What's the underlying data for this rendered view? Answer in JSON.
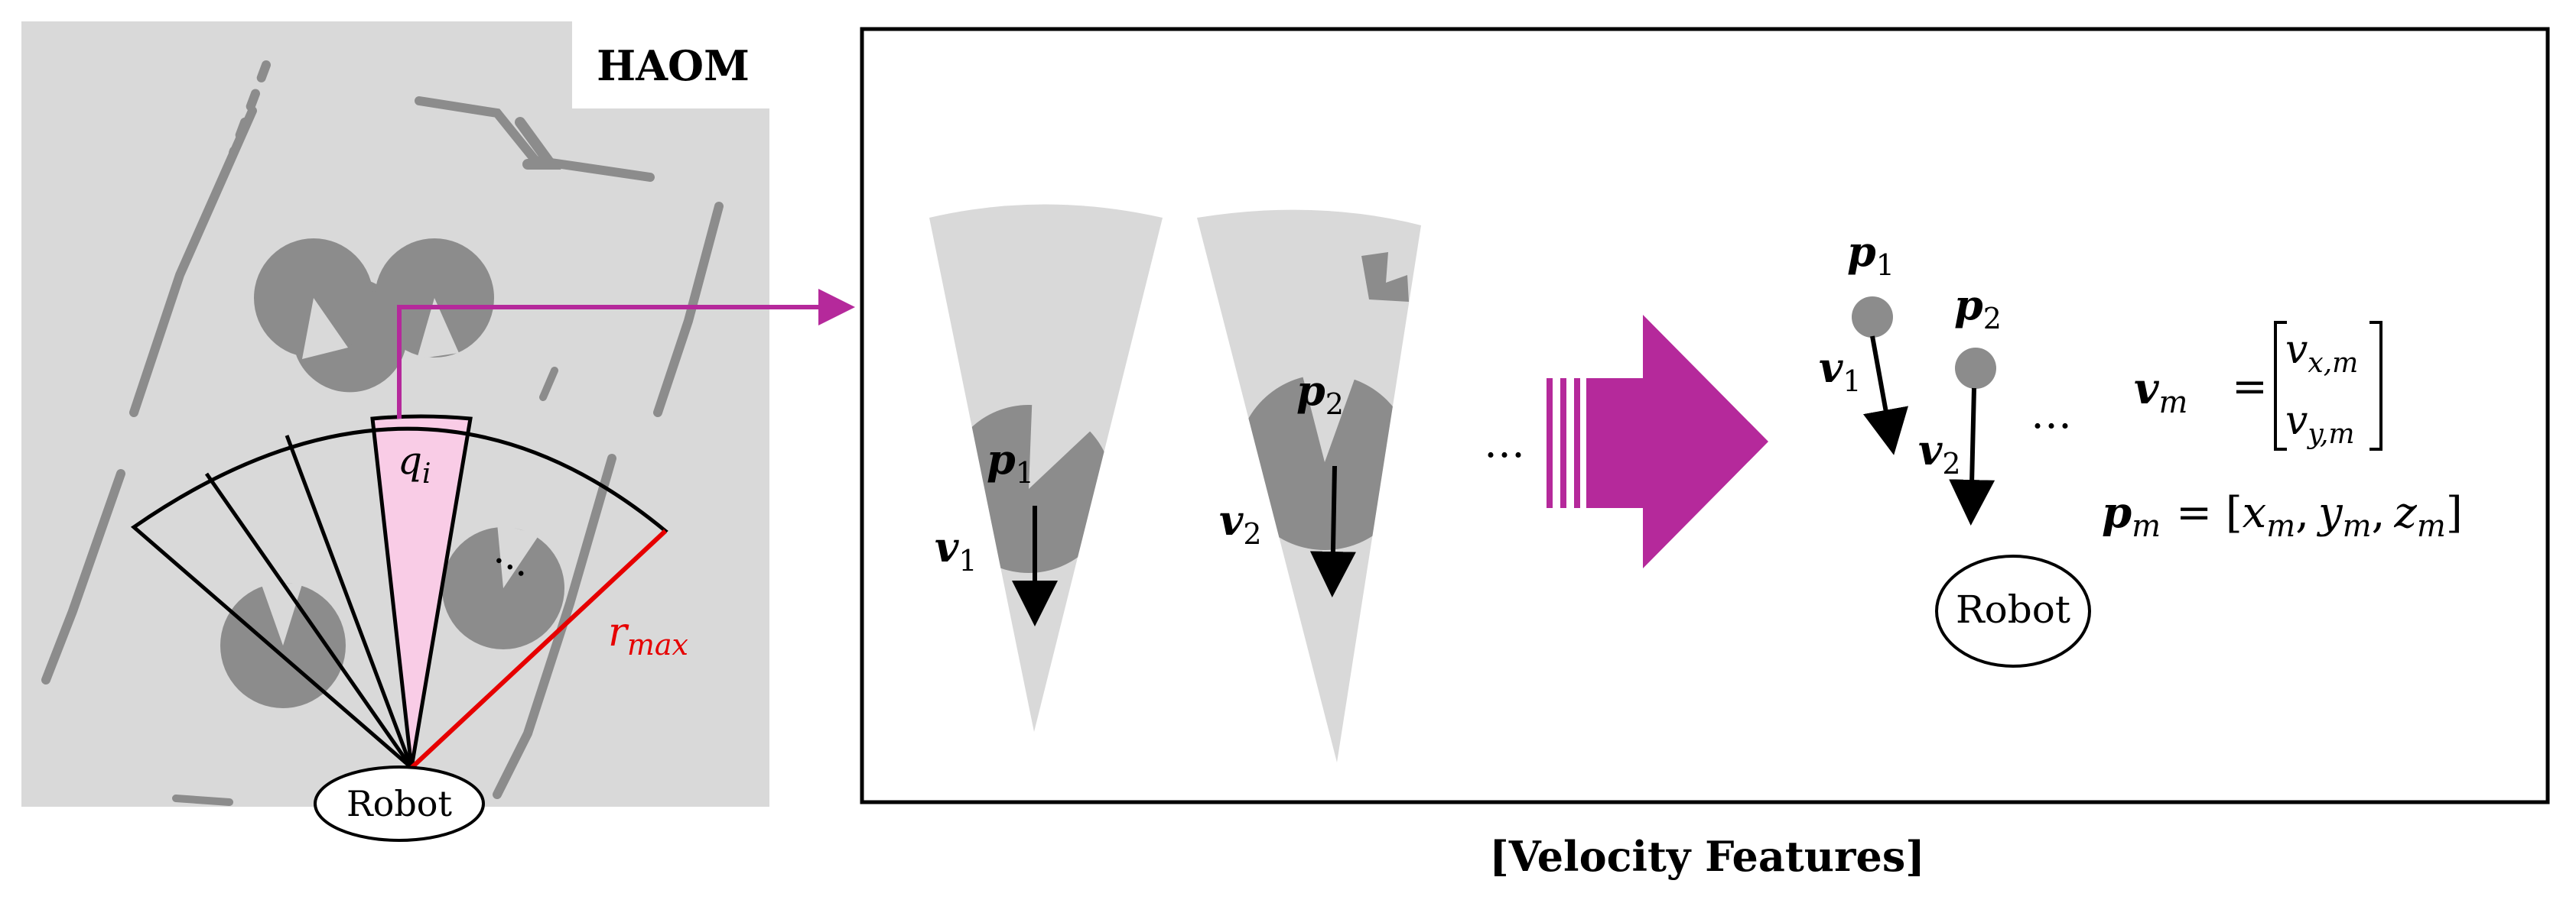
{
  "map_panel": {
    "title": "HAOM",
    "sector_label": "q",
    "sector_label_sub": "i",
    "dots": "…",
    "range_label": "r",
    "range_label_sub": "max",
    "robot_label": "Robot"
  },
  "velocity_panel": {
    "cone1_p": "p",
    "cone1_p_sub": "1",
    "cone1_v": "v",
    "cone1_v_sub": "1",
    "cone2_p": "p",
    "cone2_p_sub": "2",
    "cone2_v": "v",
    "cone2_v_sub": "2",
    "cones_ellipsis": "…",
    "feat_p1": "p",
    "feat_p1_sub": "1",
    "feat_v1": "v",
    "feat_v1_sub": "1",
    "feat_p2": "p",
    "feat_p2_sub": "2",
    "feat_v2": "v",
    "feat_v2_sub": "2",
    "feat_ellipsis": "…",
    "eq_v_lhs": "v",
    "eq_v_lhs_sub": "m",
    "eq_eq": "=",
    "eq_vx": "v",
    "eq_vx_sub": "x,m",
    "eq_vy": "v",
    "eq_vy_sub": "y,m",
    "eq_p_lhs": "p",
    "eq_p_lhs_sub": "m",
    "eq_p_rhs_open": "= [",
    "eq_x": "x",
    "eq_y": "y",
    "eq_z": "z",
    "eq_m": "m",
    "eq_comma": ",",
    "eq_close": "]",
    "robot_label": "Robot"
  },
  "caption": "[Velocity Features]",
  "colors": {
    "map_bg": "#d9d9d9",
    "obstacle": "#8c8c8c",
    "accent": "#b5299b",
    "sector_fill": "#f9cce6",
    "range_red": "#e60000"
  }
}
